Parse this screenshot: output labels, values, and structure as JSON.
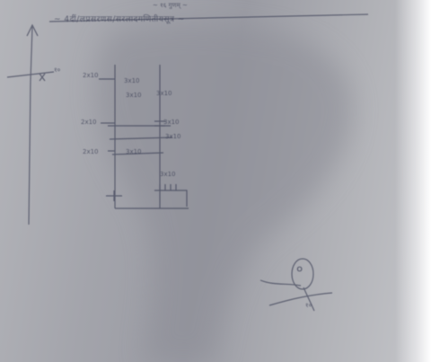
{
  "page": {
    "photo_description_colors": {
      "paper": "#a7a8ae",
      "ink": "#3b3f55",
      "shadow": "#8f9099"
    },
    "header_note": "~ १६ गुणम् ~",
    "header_text": "~ 4दीं/लप्रसरणस/सरलादगणितीयसूत्र ~",
    "axis_label": "१०",
    "labels": {
      "l1": "2x10",
      "l2": "3x10",
      "l3": "3x10",
      "l4": "3x10",
      "l5": "2x10",
      "l6": "3x10",
      "l7": "3x10",
      "l8": "3x10",
      "l9": "2x10",
      "l10": "3x10"
    },
    "signature_text": "०",
    "signature_sub": "१०"
  }
}
